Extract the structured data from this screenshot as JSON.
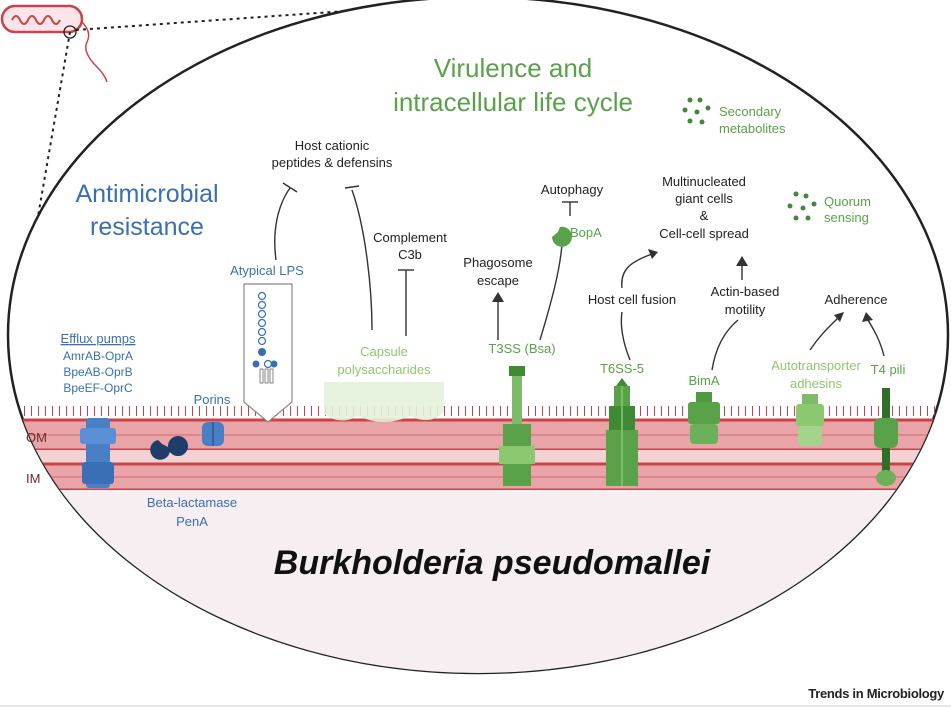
{
  "title": {
    "line1": "Virulence and",
    "line2": "intracellular life cycle"
  },
  "resistance": {
    "line1": "Antimicrobial",
    "line2": "resistance"
  },
  "organism": "Burkholderia pseudomallei",
  "footer": "Trends in Microbiology",
  "membranes": {
    "outer": "OM",
    "inner": "IM"
  },
  "efflux": {
    "title": "Efflux pumps",
    "items": [
      "AmrAB-OprA",
      "BpeAB-OprB",
      "BpeEF-OprC"
    ]
  },
  "porins": "Porins",
  "beta_lactamase": {
    "line1": "Beta-lactamase",
    "line2": "PenA"
  },
  "lps": "Atypical LPS",
  "host_peptides": {
    "line1": "Host cationic",
    "line2": "peptides & defensins"
  },
  "complement": {
    "line1": "Complement",
    "line2": "C3b"
  },
  "capsule": {
    "line1": "Capsule",
    "line2": "polysaccharides"
  },
  "phagosome": {
    "line1": "Phagosome",
    "line2": "escape"
  },
  "autophagy": "Autophagy",
  "bopa": "BopA",
  "t3ss": "T3SS (Bsa)",
  "giant_cells": {
    "line1": "Multinucleated",
    "line2": "giant cells",
    "line3": "&",
    "line4": "Cell-cell spread"
  },
  "host_fusion": "Host cell fusion",
  "t6ss": "T6SS-5",
  "actin": {
    "line1": "Actin-based",
    "line2": "motility"
  },
  "bima": "BimA",
  "secondary": {
    "line1": "Secondary",
    "line2": "metabolites"
  },
  "quorum": {
    "line1": "Quorum",
    "line2": "sensing"
  },
  "adherence": "Adherence",
  "autotransporter": {
    "line1": "Autotransporter",
    "line2": "adhesins"
  },
  "t4pili": "T4 pili",
  "colors": {
    "blue": "#3a6fb5",
    "green": "#5aa24a",
    "light_green": "#8cc870",
    "membrane": "#c8444a",
    "membrane_fill": "#e8a4a6",
    "cell_outline": "#222222"
  }
}
